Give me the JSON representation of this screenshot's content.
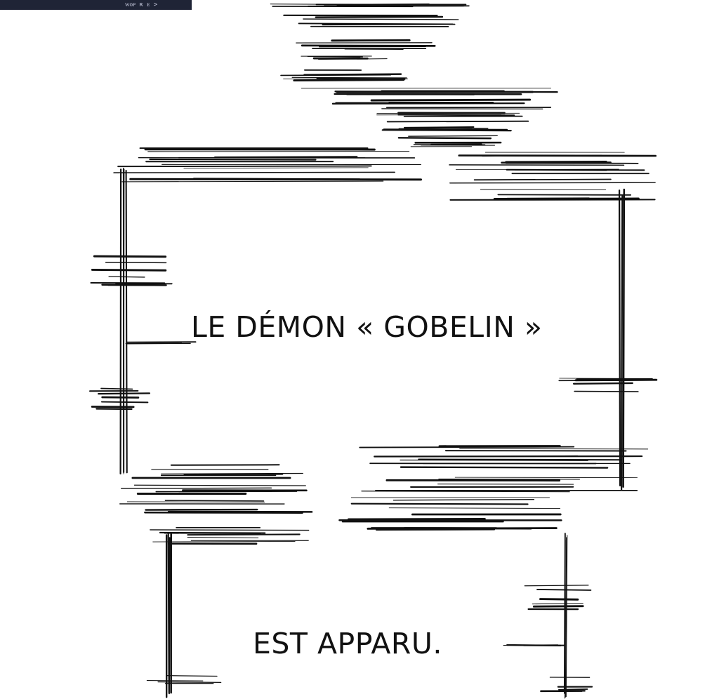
{
  "panel": {
    "fragment_text": "ᴡᴏᴘ ʀ ᴇ >",
    "background": "#ffffff",
    "ink": "#111111"
  },
  "captions": {
    "line1": "LE DÉMON « GOBELIN »",
    "line2": "EST APPARU."
  }
}
